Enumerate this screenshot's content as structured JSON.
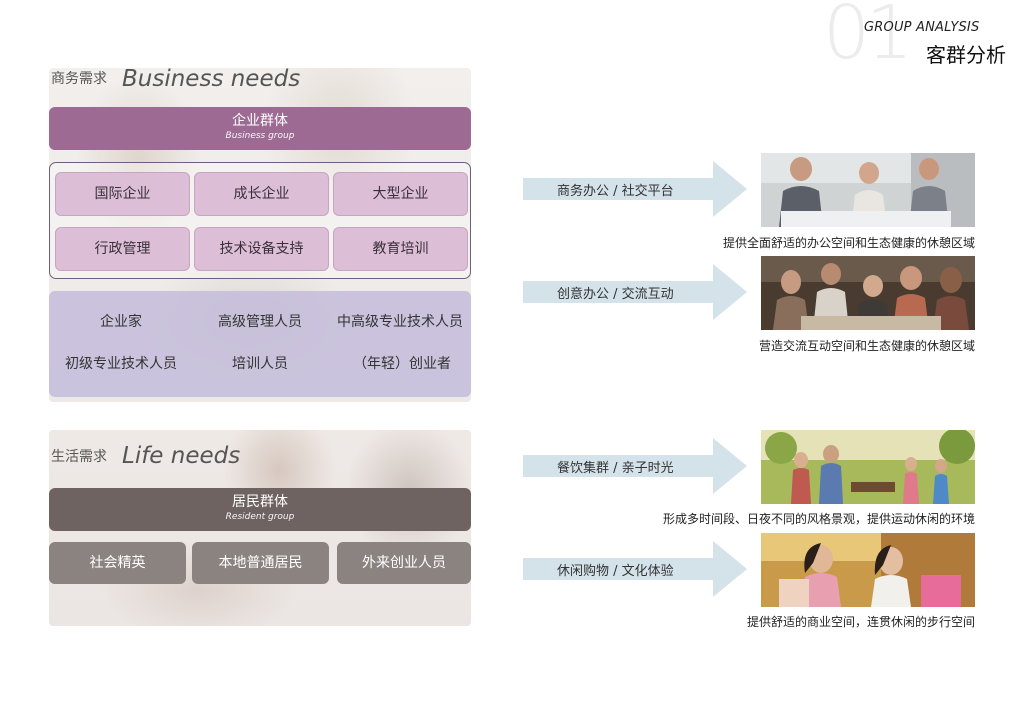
{
  "header": {
    "number": "01",
    "title_en": "GROUP ANALYSIS",
    "title_zh": "客群分析"
  },
  "business": {
    "section_zh": "商务需求",
    "section_en": "Business needs",
    "group_zh": "企业群体",
    "group_en": "Business group",
    "grid": [
      "国际企业",
      "成长企业",
      "大型企业",
      "行政管理",
      "技术设备支持",
      "教育培训"
    ],
    "people": [
      "企业家",
      "高级管理人员",
      "中高级专业技术人员",
      "初级专业技术人员",
      "培训人员",
      "（年轻）创业者"
    ]
  },
  "life": {
    "section_zh": "生活需求",
    "section_en": "Life needs",
    "group_zh": "居民群体",
    "group_en": "Resident group",
    "cells": [
      "社会精英",
      "本地普通居民",
      "外来创业人员"
    ]
  },
  "features": [
    {
      "arrow": "商务办公 / 社交平台",
      "caption": "提供全面舒适的办公空间和生态健康的休憩区域"
    },
    {
      "arrow": "创意办公 / 交流互动",
      "caption": "营造交流互动空间和生态健康的休憩区域"
    },
    {
      "arrow": "餐饮集群 / 亲子时光",
      "caption": "形成多时间段、日夜不同的风格景观，提供运动休闲的环境"
    },
    {
      "arrow": "休闲购物 / 文化体验",
      "caption": "提供舒适的商业空间，连贯休闲的步行空间"
    }
  ],
  "colors": {
    "business_bar": "#9c6a93",
    "grid_cell": "#dcbfd6",
    "people_panel": "#c4bcda",
    "life_bar": "#6e6360",
    "life_cell": "#8b8380",
    "arrow": "#d4e2ea"
  }
}
